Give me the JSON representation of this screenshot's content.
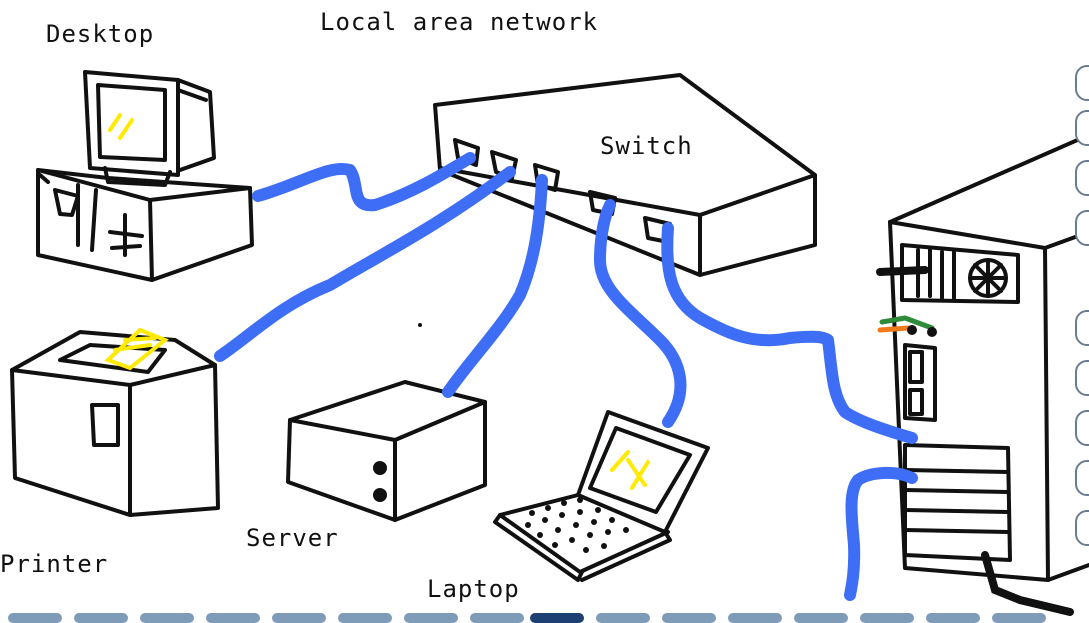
{
  "labels": {
    "title": "Local area network",
    "desktop": "Desktop",
    "switch": "Switch",
    "printer": "Printer",
    "server": "Server",
    "laptop": "Laptop"
  },
  "colors": {
    "cable": "#3d6ef5",
    "ink": "#111111",
    "highlight": "#ffea00",
    "green_wire": "#2e8b3a",
    "orange_wire": "#f07a1a"
  }
}
